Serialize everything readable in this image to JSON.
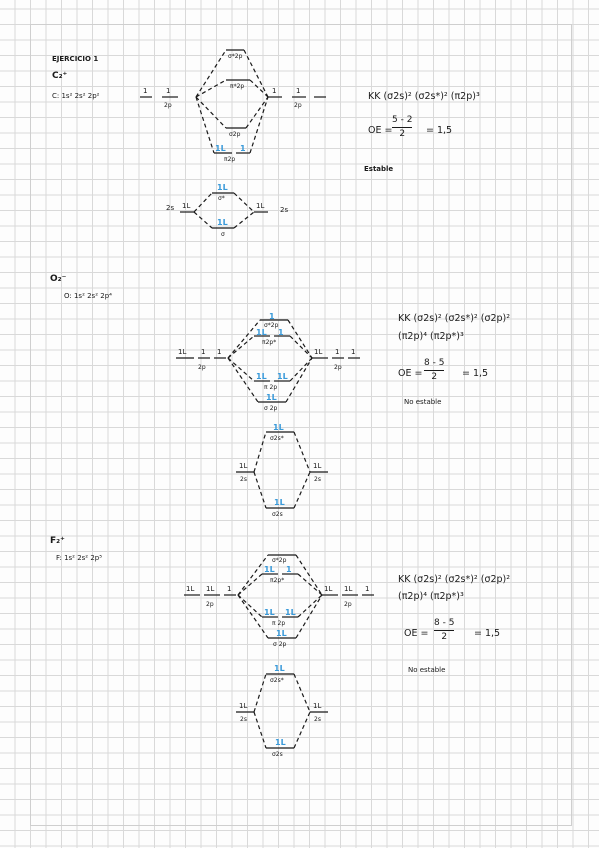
{
  "header": {
    "title": "EJERCICIO 1"
  },
  "s1": {
    "species": "C₂⁺",
    "config": "C: 1s² 2s² 2p²",
    "left_2p_e1": "1",
    "left_2p_e2": "1",
    "left_2p_label": "2p",
    "right_2p_e1": "1",
    "right_2p_e2": "1",
    "right_2p_label": "2p",
    "left_2s_e": "1L",
    "left_2s_label": "2s",
    "right_2s_e": "1L",
    "right_2s_label": "2s",
    "sigma2p_star_label": "σ*2p",
    "pi2p_star_label": "π*2p",
    "sigma2p_label": "σ2p",
    "pi2p_e1": "1L",
    "pi2p_e2": "1",
    "pi2p_label": "π2p",
    "sigma2s_star_e": "1L",
    "sigma2s_star_label": "σ*",
    "sigma2s_e": "1L",
    "sigma2s_label": "σ",
    "formula": "KK (σ2s)² (σ2s*)² (π2p)³",
    "oe_label": "OE =",
    "oe_num": "5 - 2",
    "oe_den": "2",
    "oe_result": "= 1,5",
    "verdict": "Estable"
  },
  "s2": {
    "species": "O₂⁻",
    "config": "O: 1s² 2s² 2p⁴",
    "left_2p_e1": "1L",
    "left_2p_e2": "1",
    "left_2p_e3": "1",
    "left_2p_label": "2p",
    "right_2p_e1": "1L",
    "right_2p_e2": "1",
    "right_2p_e3": "1",
    "right_2p_label": "2p",
    "left_2s_e": "1L",
    "left_2s_label": "2s",
    "right_2s_e": "1L",
    "right_2s_label": "2s",
    "sigma2p_star_label": "σ*2p",
    "sigma2p_star_e": "1",
    "pi2p_star_label": "π2p*",
    "pi2p_star_e1": "1L",
    "pi2p_star_e2": "1",
    "pi2p_label": "π 2p",
    "pi2p_e1": "1L",
    "pi2p_e2": "1L",
    "sigma2p_label": "σ 2p",
    "sigma2p_e": "1L",
    "sigma2s_star_e": "1L",
    "sigma2s_star_label": "σ2s*",
    "sigma2s_e": "1L",
    "sigma2s_label": "σ2s",
    "formula_l1": "KK (σ2s)² (σ2s*)² (σ2p)²",
    "formula_l2": "(π2p)⁴ (π2p*)³",
    "oe_label": "OE =",
    "oe_num": "8 - 5",
    "oe_den": "2",
    "oe_result": "= 1,5",
    "verdict": "No estable"
  },
  "s3": {
    "species": "F₂⁺",
    "config": "F: 1s² 2s² 2p⁵",
    "left_2p_e1": "1L",
    "left_2p_e2": "1L",
    "left_2p_e3": "1",
    "left_2p_label": "2p",
    "right_2p_e1": "1L",
    "right_2p_e2": "1L",
    "right_2p_e3": "1",
    "right_2p_label": "2p",
    "left_2s_e": "1L",
    "left_2s_label": "2s",
    "right_2s_e": "1L",
    "right_2s_label": "2s",
    "sigma2p_star_label": "σ*2p",
    "pi2p_star_label": "π2p*",
    "pi2p_star_e1": "1L",
    "pi2p_star_e2": "1",
    "pi2p_label": "π 2p",
    "pi2p_e1": "1L",
    "pi2p_e2": "1L",
    "sigma2p_label": "σ 2p",
    "sigma2p_e": "1L",
    "sigma2s_star_e": "1L",
    "sigma2s_star_label": "σ2s*",
    "sigma2s_e": "1L",
    "sigma2s_label": "σ2s",
    "formula_l1": "KK (σ2s)² (σ2s*)² (σ2p)²",
    "formula_l2": "(π2p)⁴ (π2p*)³",
    "oe_label": "OE =",
    "oe_num": "8 - 5",
    "oe_den": "2",
    "oe_result": "= 1,5",
    "verdict": "No estable"
  },
  "colors": {
    "ink": "#1a1a1a",
    "electron_blue": "#3a9ad9",
    "grid": "#d9d9d9"
  }
}
